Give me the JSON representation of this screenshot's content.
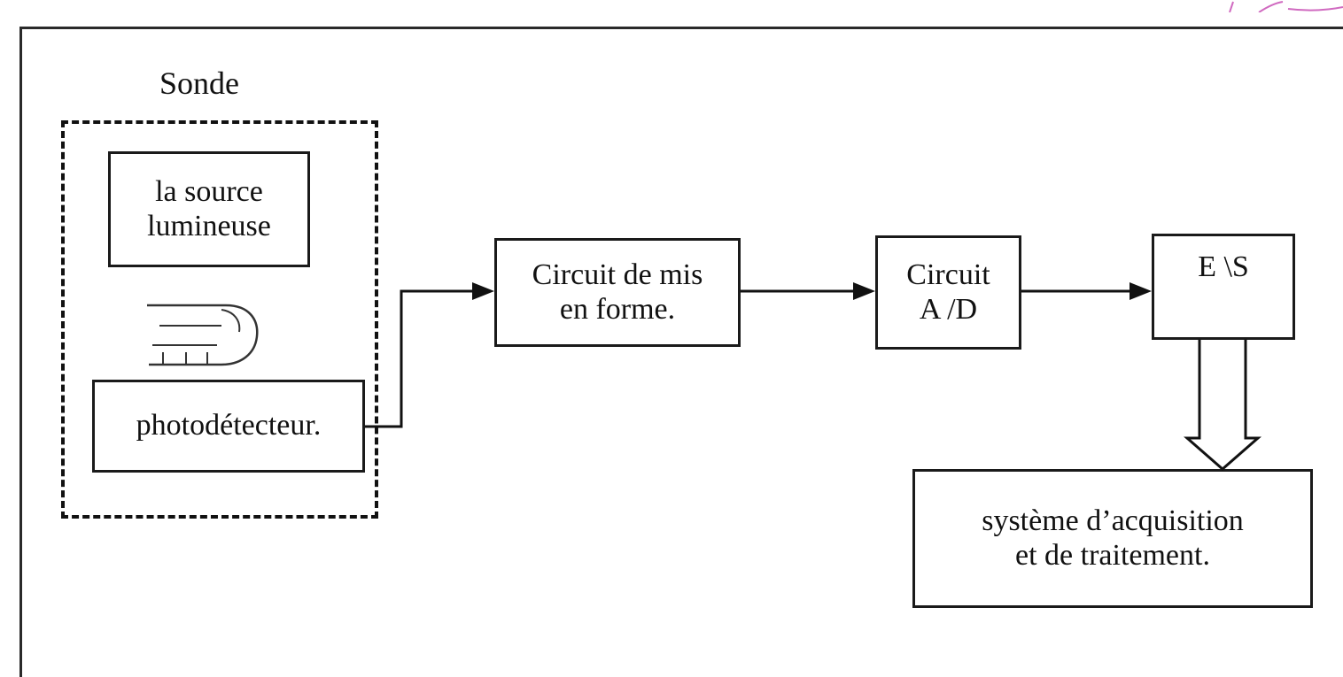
{
  "diagram": {
    "probe_title": "Sonde",
    "blocks": {
      "light_source": "la source\nlumineuse",
      "photodetector": "photodétecteur.",
      "shaping_circuit": "Circuit de mis\nen forme.",
      "ad_circuit": "Circuit\nA /D",
      "io": "E \\S",
      "acquisition_system": "système d’acquisition\net de traitement."
    },
    "colors": {
      "stroke": "#111111",
      "frame": "#2a2a2a",
      "decoration": "#d06ac0"
    }
  }
}
